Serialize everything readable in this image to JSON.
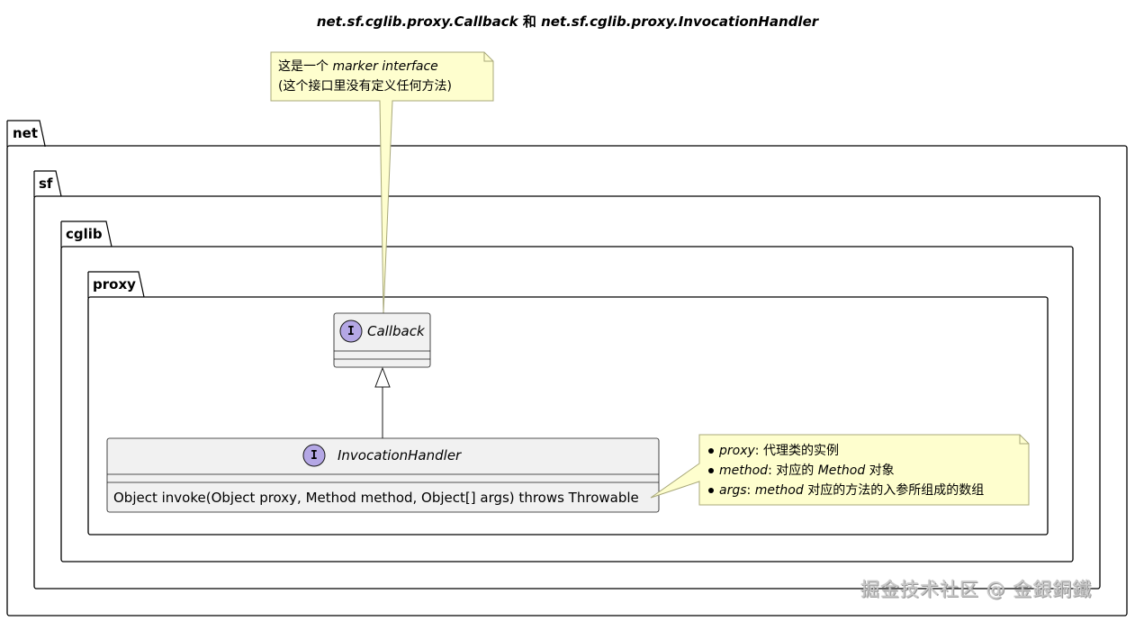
{
  "title": {
    "part1": "net.sf.cglib.proxy.Callback",
    "connector": "和",
    "part2": "net.sf.cglib.proxy.InvocationHandler"
  },
  "packages": {
    "net": "net",
    "sf": "sf",
    "cglib": "cglib",
    "proxy": "proxy"
  },
  "top_note": {
    "line1_prefix": "这是一个",
    "line1_italic": "marker interface",
    "line2": "(这个接口里没有定义任何方法)"
  },
  "callback": {
    "badge": "I",
    "name": "Callback"
  },
  "invocation_handler": {
    "badge": "I",
    "name": "InvocationHandler",
    "method": "Object invoke(Object proxy, Method method, Object[] args) throws Throwable"
  },
  "right_note": {
    "items": [
      {
        "param": "proxy",
        "sep": ":",
        "text": "代理类的实例"
      },
      {
        "param": "method",
        "sep": ":",
        "text_before": "对应的",
        "italic": "Method",
        "text_after": "对象"
      },
      {
        "param": "args",
        "sep": ":",
        "italic": "method",
        "text_after": "对应的方法的入参所组成的数组"
      }
    ]
  },
  "watermark": "掘金技术社区 @ 金銀銅鐵",
  "colors": {
    "note_fill": "#fefece",
    "note_stroke": "#a8a87a",
    "class_fill": "#f1f1f1",
    "class_stroke": "#181818",
    "badge_fill": "#b4a7e5",
    "frame_stroke": "#000000"
  }
}
